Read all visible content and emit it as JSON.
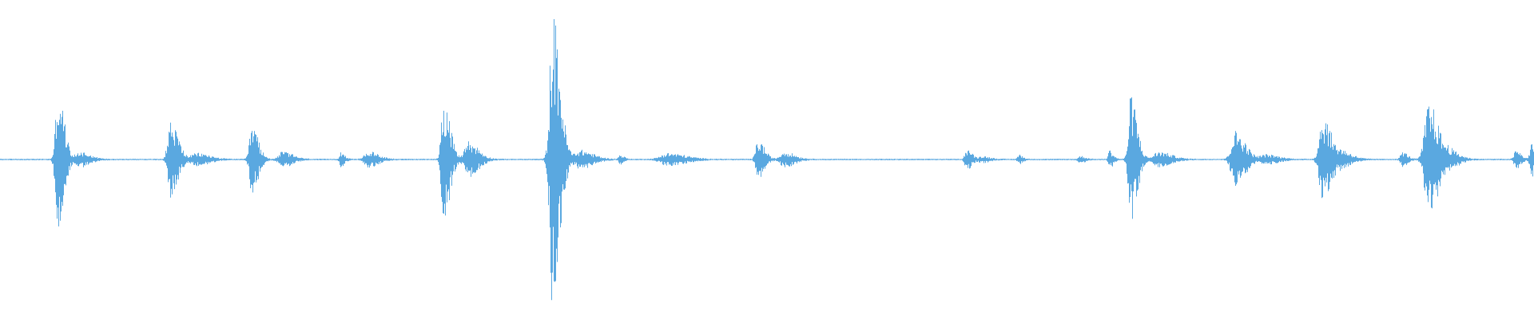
{
  "waveform": {
    "color": "#5aa8e0",
    "baseline_amplitude": 0.005,
    "bursts": [
      {
        "t": 0.0375,
        "amp": 0.47,
        "spread": 0.0025
      },
      {
        "t": 0.052,
        "amp": 0.05,
        "spread": 0.004
      },
      {
        "t": 0.111,
        "amp": 0.26,
        "spread": 0.003
      },
      {
        "t": 0.128,
        "amp": 0.04,
        "spread": 0.005
      },
      {
        "t": 0.164,
        "amp": 0.23,
        "spread": 0.0025
      },
      {
        "t": 0.184,
        "amp": 0.05,
        "spread": 0.004
      },
      {
        "t": 0.222,
        "amp": 0.05,
        "spread": 0.0015
      },
      {
        "t": 0.24,
        "amp": 0.05,
        "spread": 0.004
      },
      {
        "t": 0.289,
        "amp": 0.42,
        "spread": 0.0025
      },
      {
        "t": 0.305,
        "amp": 0.12,
        "spread": 0.004
      },
      {
        "t": 0.36,
        "amp": 0.98,
        "spread": 0.003
      },
      {
        "t": 0.378,
        "amp": 0.06,
        "spread": 0.005
      },
      {
        "t": 0.404,
        "amp": 0.03,
        "spread": 0.0015
      },
      {
        "t": 0.435,
        "amp": 0.04,
        "spread": 0.007
      },
      {
        "t": 0.494,
        "amp": 0.13,
        "spread": 0.0025
      },
      {
        "t": 0.511,
        "amp": 0.05,
        "spread": 0.004
      },
      {
        "t": 0.63,
        "amp": 0.07,
        "spread": 0.002
      },
      {
        "t": 0.64,
        "amp": 0.02,
        "spread": 0.003
      },
      {
        "t": 0.664,
        "amp": 0.03,
        "spread": 0.0015
      },
      {
        "t": 0.704,
        "amp": 0.02,
        "spread": 0.002
      },
      {
        "t": 0.723,
        "amp": 0.06,
        "spread": 0.0015
      },
      {
        "t": 0.737,
        "amp": 0.43,
        "spread": 0.0025
      },
      {
        "t": 0.755,
        "amp": 0.05,
        "spread": 0.005
      },
      {
        "t": 0.805,
        "amp": 0.19,
        "spread": 0.004
      },
      {
        "t": 0.825,
        "amp": 0.03,
        "spread": 0.005
      },
      {
        "t": 0.862,
        "amp": 0.29,
        "spread": 0.0035
      },
      {
        "t": 0.875,
        "amp": 0.05,
        "spread": 0.004
      },
      {
        "t": 0.914,
        "amp": 0.05,
        "spread": 0.002
      },
      {
        "t": 0.931,
        "amp": 0.38,
        "spread": 0.004
      },
      {
        "t": 0.945,
        "amp": 0.05,
        "spread": 0.004
      },
      {
        "t": 0.988,
        "amp": 0.06,
        "spread": 0.002
      },
      {
        "t": 0.998,
        "amp": 0.12,
        "spread": 0.0015
      }
    ]
  }
}
